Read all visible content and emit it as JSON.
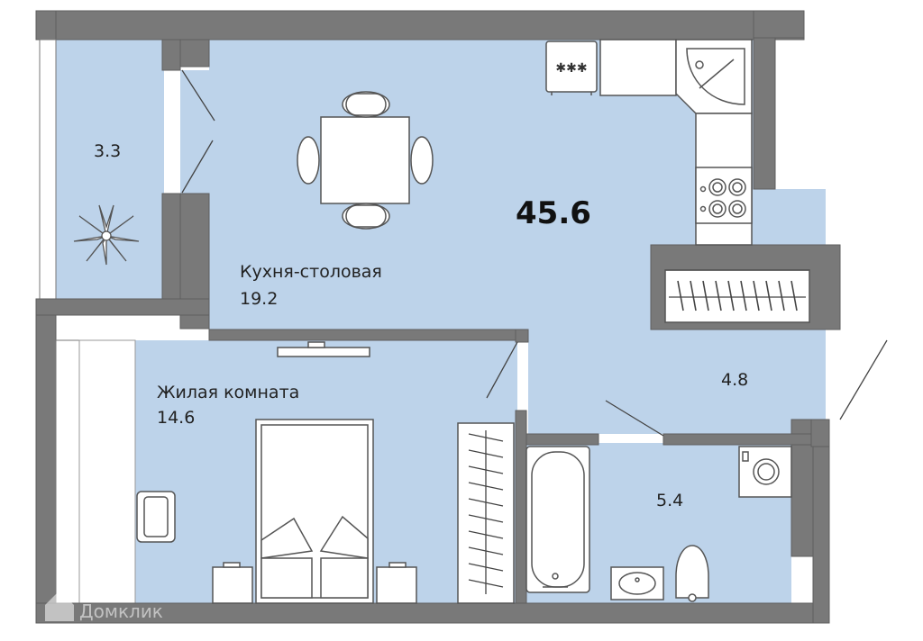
{
  "plan": {
    "total_area": "45.6",
    "rooms": {
      "balcony": {
        "area": "3.3"
      },
      "kitchen": {
        "label": "Кухня-столовая",
        "area": "19.2"
      },
      "living": {
        "label": "Жилая комната",
        "area": "14.6"
      },
      "hall": {
        "area": "4.8"
      },
      "bathroom": {
        "area": "5.4"
      }
    },
    "watermark": "Домклик"
  },
  "colors": {
    "floor": "#bdd3ea",
    "wall": "#797979",
    "wall_edge": "#5e5e5e",
    "fixture": "#ffffff",
    "fixture_stroke": "#555555"
  }
}
